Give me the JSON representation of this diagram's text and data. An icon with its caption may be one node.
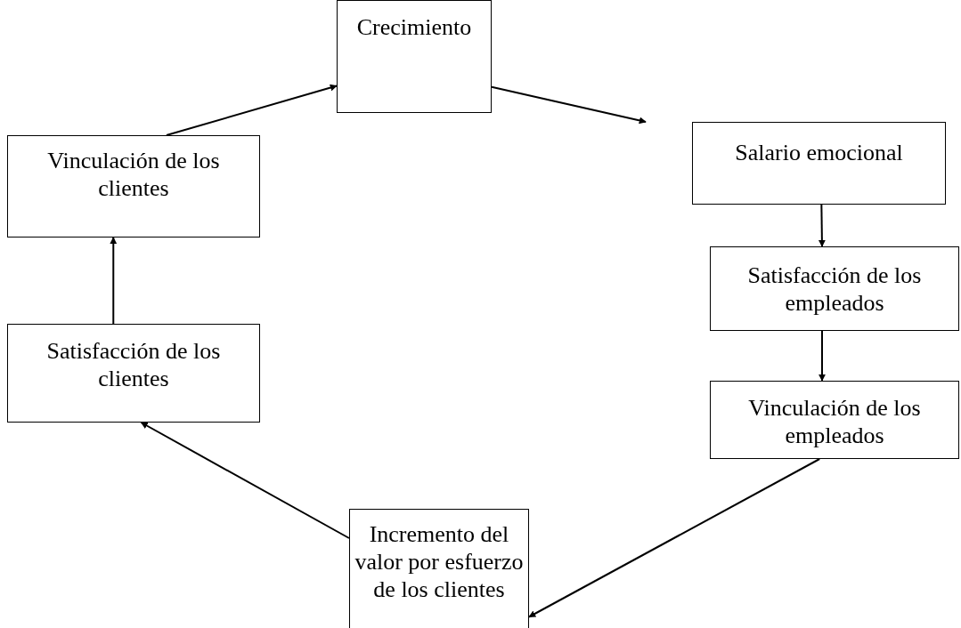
{
  "diagram": {
    "nodes": [
      {
        "text": [
          "Crecimiento"
        ]
      },
      {
        "text": [
          "Salario emocional"
        ]
      },
      {
        "text": [
          "Satisfacción de los empleados"
        ]
      },
      {
        "text": [
          "Vinculación de los empleados"
        ]
      },
      {
        "text": [
          "Incremento del valor por esfuerzo de los clientes"
        ]
      },
      {
        "text": [
          "Satisfacción de los clientes"
        ]
      },
      {
        "text": [
          "Vinculación de los clientes"
        ]
      }
    ],
    "edges": [
      {
        "from": 0,
        "to": 1,
        "arrow": "to"
      },
      {
        "from": 1,
        "to": 2,
        "arrow": "to"
      },
      {
        "from": 2,
        "to": 3,
        "arrow": "to"
      },
      {
        "from": 3,
        "to": 4,
        "arrow": "to"
      },
      {
        "from": 4,
        "to": 5,
        "arrow": "to"
      },
      {
        "from": 5,
        "to": 6,
        "arrow": "to"
      },
      {
        "from": 6,
        "to": 0,
        "arrow": "to"
      }
    ]
  }
}
